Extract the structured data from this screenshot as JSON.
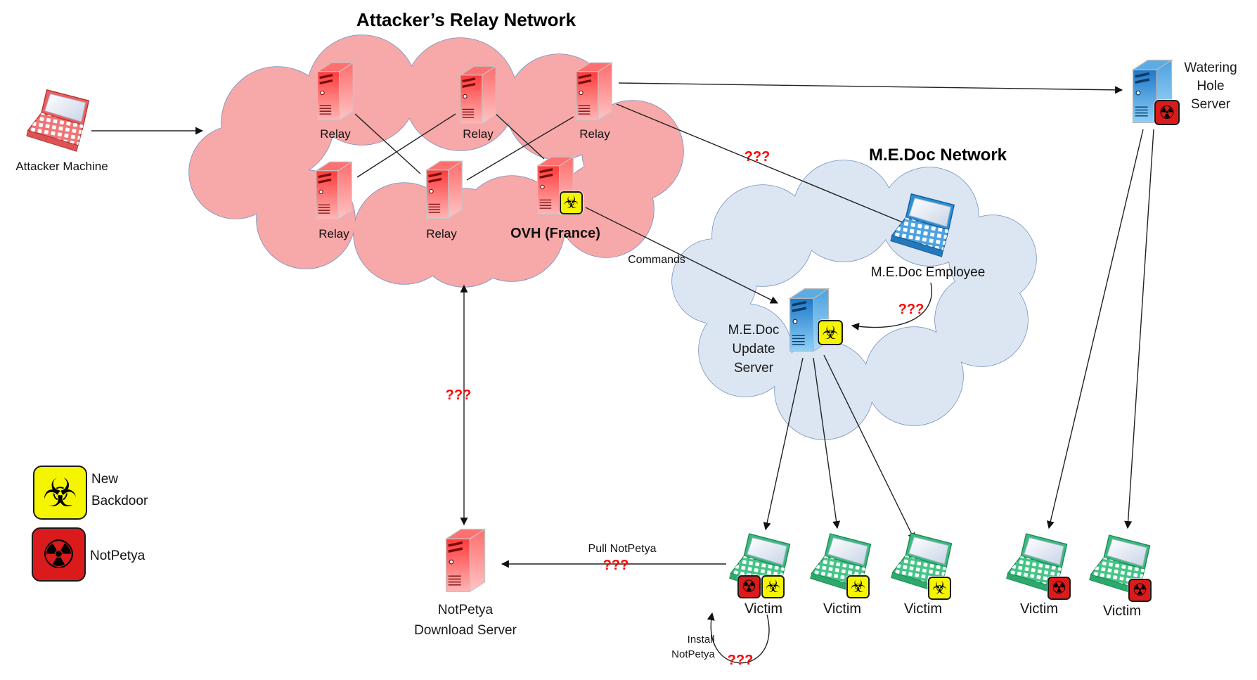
{
  "titles": {
    "relay_network": "Attacker’s Relay Network",
    "medoc_network": "M.E.Doc Network"
  },
  "icons": {
    "biohazard": "☣",
    "radiation": "☢"
  },
  "nodes": {
    "attacker_machine": {
      "label": "Attacker Machine"
    },
    "relays": [
      "Relay",
      "Relay",
      "Relay",
      "Relay",
      "Relay"
    ],
    "ovh": {
      "label": "OVH (France)"
    },
    "medoc_employee": {
      "label": "M.E.Doc Employee"
    },
    "medoc_update_server": {
      "line1": "M.E.Doc",
      "line2": "Update",
      "line3": "Server"
    },
    "watering_hole_server": {
      "line1": "Watering",
      "line2": "Hole",
      "line3": "Server"
    },
    "notpetya_download_server": {
      "line1": "NotPetya",
      "line2": "Download Server"
    },
    "victims": [
      {
        "label": "Victim"
      },
      {
        "label": "Victim"
      },
      {
        "label": "Victim"
      },
      {
        "label": "Victim"
      },
      {
        "label": "Victim"
      }
    ]
  },
  "edge_labels": {
    "commands": "Commands",
    "pull_notpetya": "Pull NotPetya",
    "install_notpetya_line1": "Install",
    "install_notpetya_line2": "NotPetya",
    "question_marks": [
      "???",
      "???",
      "???",
      "???",
      "???"
    ]
  },
  "legend": {
    "new_backdoor": {
      "line1": "New",
      "line2": "Backdoor"
    },
    "notpetya": {
      "label": "NotPetya"
    }
  },
  "colors": {
    "relay_cloud_fill": "#F7A8A8",
    "medoc_cloud_fill": "#DCE6F2",
    "cloud_stroke": "#7793C0",
    "alert_text": "#FF0000",
    "biohazard_badge_bg": "#F5F500",
    "notpetya_badge_bg": "#DB1B1B",
    "server_red": "#FF5A5A",
    "server_blue": "#2E8FD8",
    "victim_laptop_green": "#45C487",
    "connector": "#222222"
  }
}
